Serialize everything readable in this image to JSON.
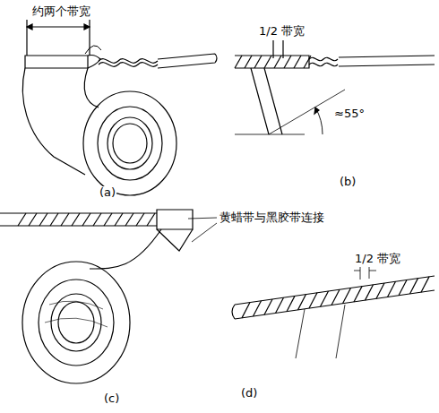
{
  "diagram": {
    "labels": [
      "约两个带宽",
      "(a)",
      "1/2 带宽",
      "≈55°",
      "(b)",
      "黄蜡带与黑胶带连接",
      "(c)",
      "1/2 带宽",
      "(d)"
    ]
  }
}
